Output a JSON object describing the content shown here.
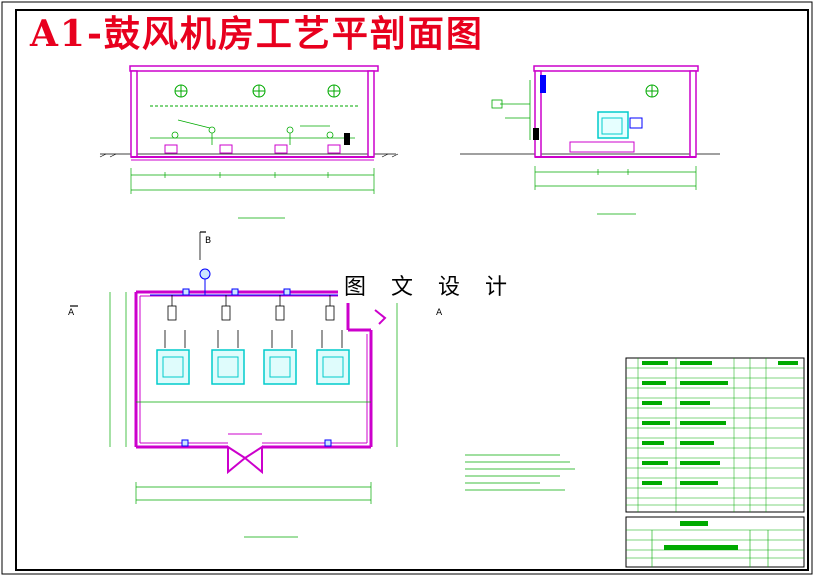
{
  "title": "A1-鼓风机房工艺平剖面图",
  "watermark": "图 文 设 计",
  "section_labels": {
    "a": "A",
    "b": "B"
  },
  "colors": {
    "title": "#e8001e",
    "wall": "#cc00cc",
    "equipment": "#00cccc",
    "annotation": "#00aa00",
    "pipe": "#0000ff",
    "frame": "#000000"
  }
}
